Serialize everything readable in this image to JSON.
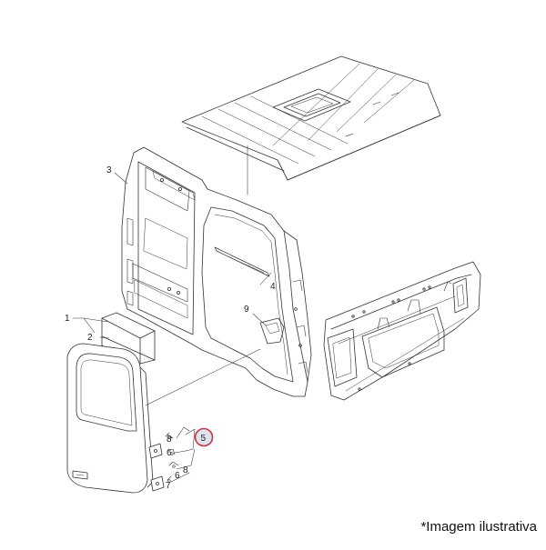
{
  "diagram": {
    "callouts": [
      "1",
      "2",
      "3",
      "4",
      "5",
      "6",
      "7",
      "8",
      "9"
    ],
    "highlighted_callout": "5",
    "highlight_color": "#c8323c",
    "highlight_fill": "#dfe3ef",
    "line_color": "#333333"
  },
  "footer": {
    "note": "*Imagem ilustrativa"
  }
}
